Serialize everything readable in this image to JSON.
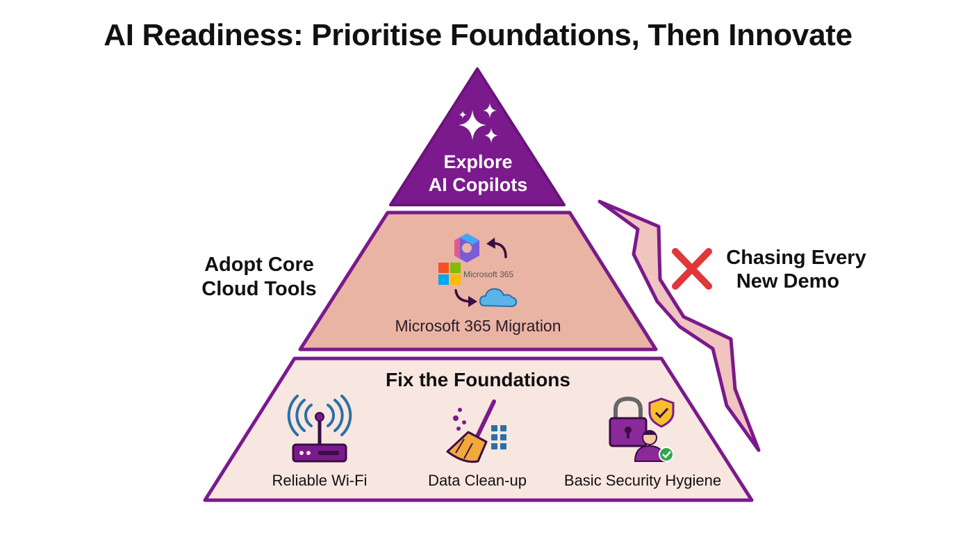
{
  "title": "AI Readiness: Prioritise Foundations, Then Innovate",
  "top_tier": {
    "line1": "Explore",
    "line2": "AI Copilots"
  },
  "middle_tier": {
    "side_label_line1": "Adopt Core",
    "side_label_line2": "Cloud Tools",
    "logo_text": "Microsoft 365",
    "caption": "Microsoft 365 Migration"
  },
  "bottom_tier": {
    "heading": "Fix the Foundations",
    "items": [
      {
        "label": "Reliable Wi-Fi",
        "icon": "wifi-router-icon"
      },
      {
        "label": "Data Clean-up",
        "icon": "broom-icon"
      },
      {
        "label": "Basic Security Hygiene",
        "icon": "security-lock-user-icon"
      }
    ]
  },
  "warning": {
    "line1": "Chasing Every",
    "line2": "New Demo",
    "icon": "red-x-icon"
  },
  "colors": {
    "purple": "#7a1a8c",
    "top_fill": "#7a1a8c",
    "middle_fill": "#e9b4a3",
    "bottom_fill": "#f8e6e0",
    "crack_fill": "#f0c4bf",
    "red_x": "#e0373a"
  }
}
